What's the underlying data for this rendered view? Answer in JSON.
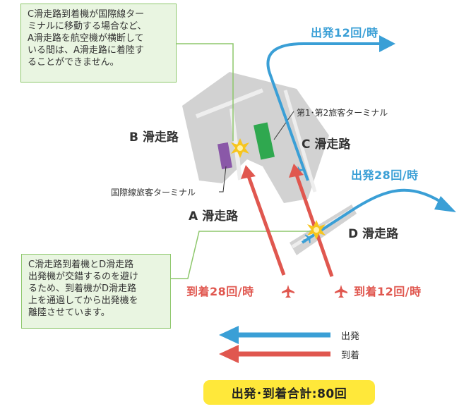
{
  "callouts": {
    "top": "C滑走路到着機が国際線ター\nミナルに移動する場合など、\nA滑走路を航空機が横断して\nいる間は、A滑走路に着陸す\nることができません。",
    "bottom": "C滑走路到着機とD滑走路\n出発機が交錯するのを避け\nるため、到着機がD滑走路\n上を通過してから出発機を\n離陸させています。"
  },
  "runways": {
    "a": "A 滑走路",
    "b": "B 滑走路",
    "c": "C 滑走路",
    "d": "D 滑走路"
  },
  "terminals": {
    "domestic": "第1･第2旅客ターミナル",
    "international": "国際線旅客ターミナル"
  },
  "flows": {
    "departure_c": "出発12回/時",
    "departure_d": "出発28回/時",
    "arrival_a": "到着28回/時",
    "arrival_c": "到着12回/時"
  },
  "legend": {
    "departure": "出発",
    "arrival": "到着"
  },
  "total": "出発･到着合計:80回",
  "colors": {
    "departure": "#3a9fd6",
    "arrival": "#e0574f",
    "callout_bg": "#e9f5e1",
    "callout_border": "#8dc76b",
    "airport": "#d2d2d2",
    "runway": "#e4e4e4",
    "total_bg": "#ffe83a",
    "domestic_terminal": "#2fa84f",
    "international_terminal": "#8a58a8",
    "crossing": "#f7c51e"
  }
}
